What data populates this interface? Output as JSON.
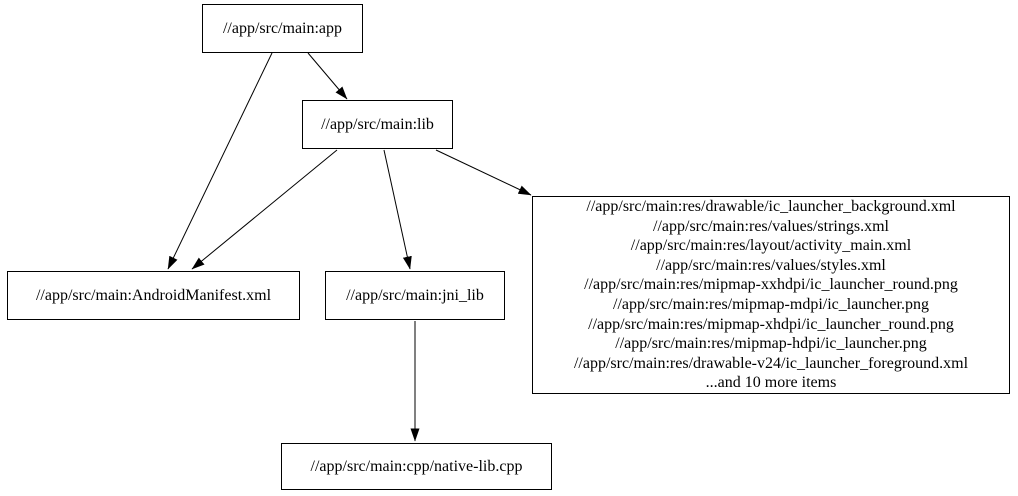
{
  "graph": {
    "type": "dependency-graph",
    "background_color": "#ffffff",
    "node_fill_color": "#ffffff",
    "node_border_color": "#000000",
    "text_color": "#000000",
    "edge_color": "#000000",
    "nodes": {
      "app": {
        "label": "//app/src/main:app"
      },
      "lib": {
        "label": "//app/src/main:lib"
      },
      "android_manifest": {
        "label": "//app/src/main:AndroidManifest.xml"
      },
      "jni_lib": {
        "label": "//app/src/main:jni_lib"
      },
      "res_group": {
        "lines": [
          "//app/src/main:res/drawable/ic_launcher_background.xml",
          "//app/src/main:res/values/strings.xml",
          "//app/src/main:res/layout/activity_main.xml",
          "//app/src/main:res/values/styles.xml",
          "//app/src/main:res/mipmap-xxhdpi/ic_launcher_round.png",
          "//app/src/main:res/mipmap-mdpi/ic_launcher.png",
          "//app/src/main:res/mipmap-xhdpi/ic_launcher_round.png",
          "//app/src/main:res/mipmap-hdpi/ic_launcher.png",
          "//app/src/main:res/drawable-v24/ic_launcher_foreground.xml",
          "...and 10 more items"
        ]
      },
      "native_lib": {
        "label": "//app/src/main:cpp/native-lib.cpp"
      }
    },
    "edges": [
      {
        "from": "app",
        "to": "android_manifest"
      },
      {
        "from": "app",
        "to": "lib"
      },
      {
        "from": "lib",
        "to": "android_manifest"
      },
      {
        "from": "lib",
        "to": "jni_lib"
      },
      {
        "from": "lib",
        "to": "res_group"
      },
      {
        "from": "jni_lib",
        "to": "native_lib"
      }
    ]
  }
}
